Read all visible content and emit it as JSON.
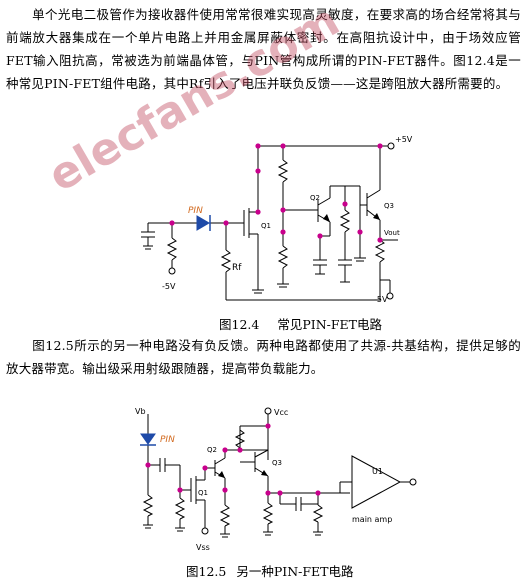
{
  "paragraph1": "单个光电二极管作为接收器件使用常常很难实现高灵敏度，在要求高的场合经常将其与前端放大器集成在一个单片电路上并用金属屏蔽体密封。在高阻抗设计中，由于场效应管FET输入阻抗高，常被选为前端晶体管，与PIN管构成所谓的PIN-FET器件。图12.4是一种常见PIN-FET组件电路，其中Rf引入了电压并联负反馈——这是跨阻放大器所需要的。",
  "figure1": {
    "caption_number": "图12.4",
    "caption_title": "常见PIN-FET电路",
    "labels": {
      "pin": "PIN",
      "q1": "Q1",
      "q2": "Q2",
      "q3": "Q3",
      "rf": "Rf",
      "vplus": "+5V",
      "vminus_left": "-5V",
      "vminus_right": "-5V",
      "vout": "Vout"
    }
  },
  "paragraph2": "图12.5所示的另一种电路没有负反馈。两种电路都使用了共源-共基结构，提供足够的放大器带宽。输出级采用射级跟随器，提高带负载能力。",
  "figure2": {
    "caption_number": "图12.5",
    "caption_title": "另一种PIN-FET电路",
    "labels": {
      "vb": "Vb",
      "pin": "PIN",
      "q1": "Q1",
      "q2": "Q2",
      "q3": "Q3",
      "vcc": "Vcc",
      "vss": "Vss",
      "u1": "U1",
      "main_amp": "main amp"
    }
  },
  "watermark": "elecfans.com",
  "colors": {
    "wire": "#000000",
    "node": "#c8008c",
    "photodiode": "#1e4aa8",
    "label_orange": "#d2691e",
    "watermark": "#c04a5c"
  }
}
